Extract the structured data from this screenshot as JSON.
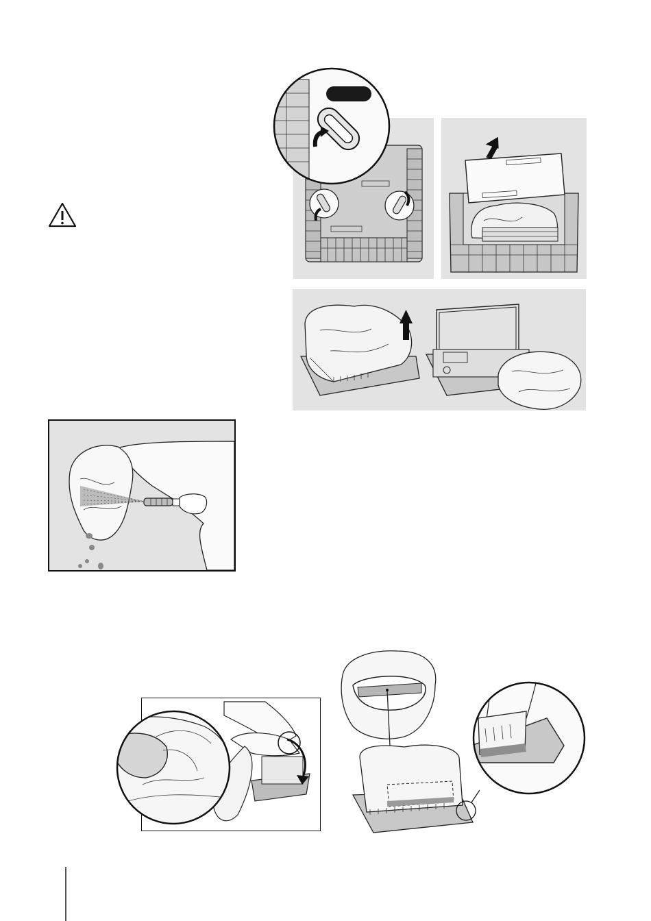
{
  "page": {
    "background": "#ffffff",
    "panel_color": "#e3e3e3",
    "line_color": "#222222"
  },
  "warning": {
    "icon": "warning-triangle-icon",
    "symbol": "!"
  },
  "figures": [
    {
      "id": "unlock-latches",
      "description_icon": "rotate-arrow-icon"
    },
    {
      "id": "lift-cover",
      "description_icon": "up-arrow-icon"
    },
    {
      "id": "remove-filter-bag",
      "description_icon": "up-arrow-icon"
    },
    {
      "id": "rinse-filter-bag",
      "description_icon": "hose-spray-icon"
    },
    {
      "id": "fit-bag-on-frame",
      "description_icon": "curved-arrow-icon"
    },
    {
      "id": "check-bag-seating",
      "description_icon": "magnifier-circle-icon"
    }
  ]
}
